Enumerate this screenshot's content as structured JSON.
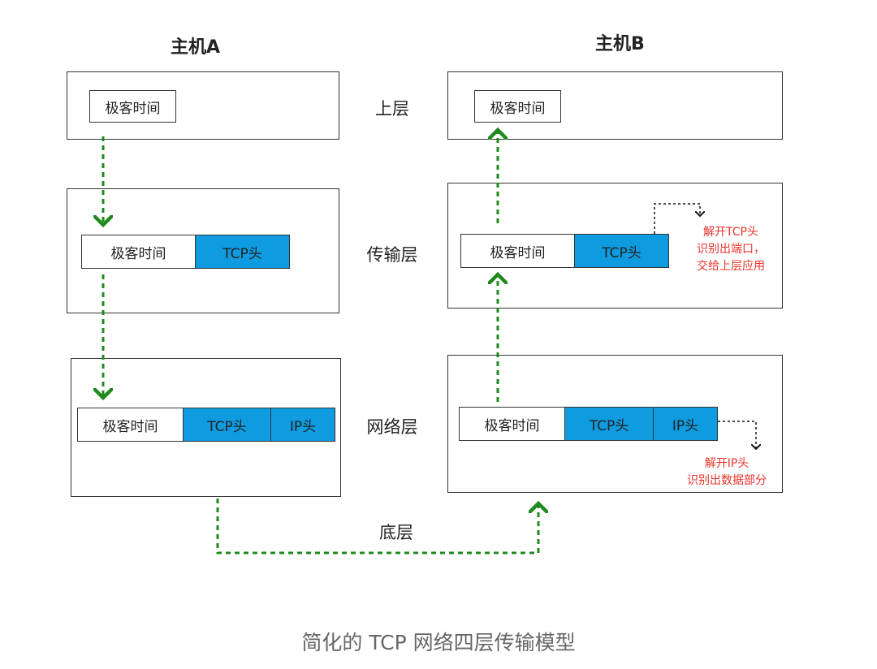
{
  "hosts": {
    "a_title": "主机A",
    "b_title": "主机B"
  },
  "layers": {
    "upper": "上层",
    "transport": "传输层",
    "network": "网络层",
    "bottom": "底层"
  },
  "packet": {
    "data": "极客时间",
    "tcp_header": "TCP头",
    "ip_header": "IP头"
  },
  "notes": {
    "transport_b": [
      "解开TCP头",
      "识别出端口，",
      "交给上层应用"
    ],
    "network_b": [
      "解开IP头",
      "识别出数据部分"
    ]
  },
  "caption": "简化的 TCP 网络四层传输模型",
  "colors": {
    "header_fill": "#0e9be0",
    "arrow_green": "#1e8a1e",
    "note_red": "#e8322a",
    "caption_gray": "#666666"
  }
}
